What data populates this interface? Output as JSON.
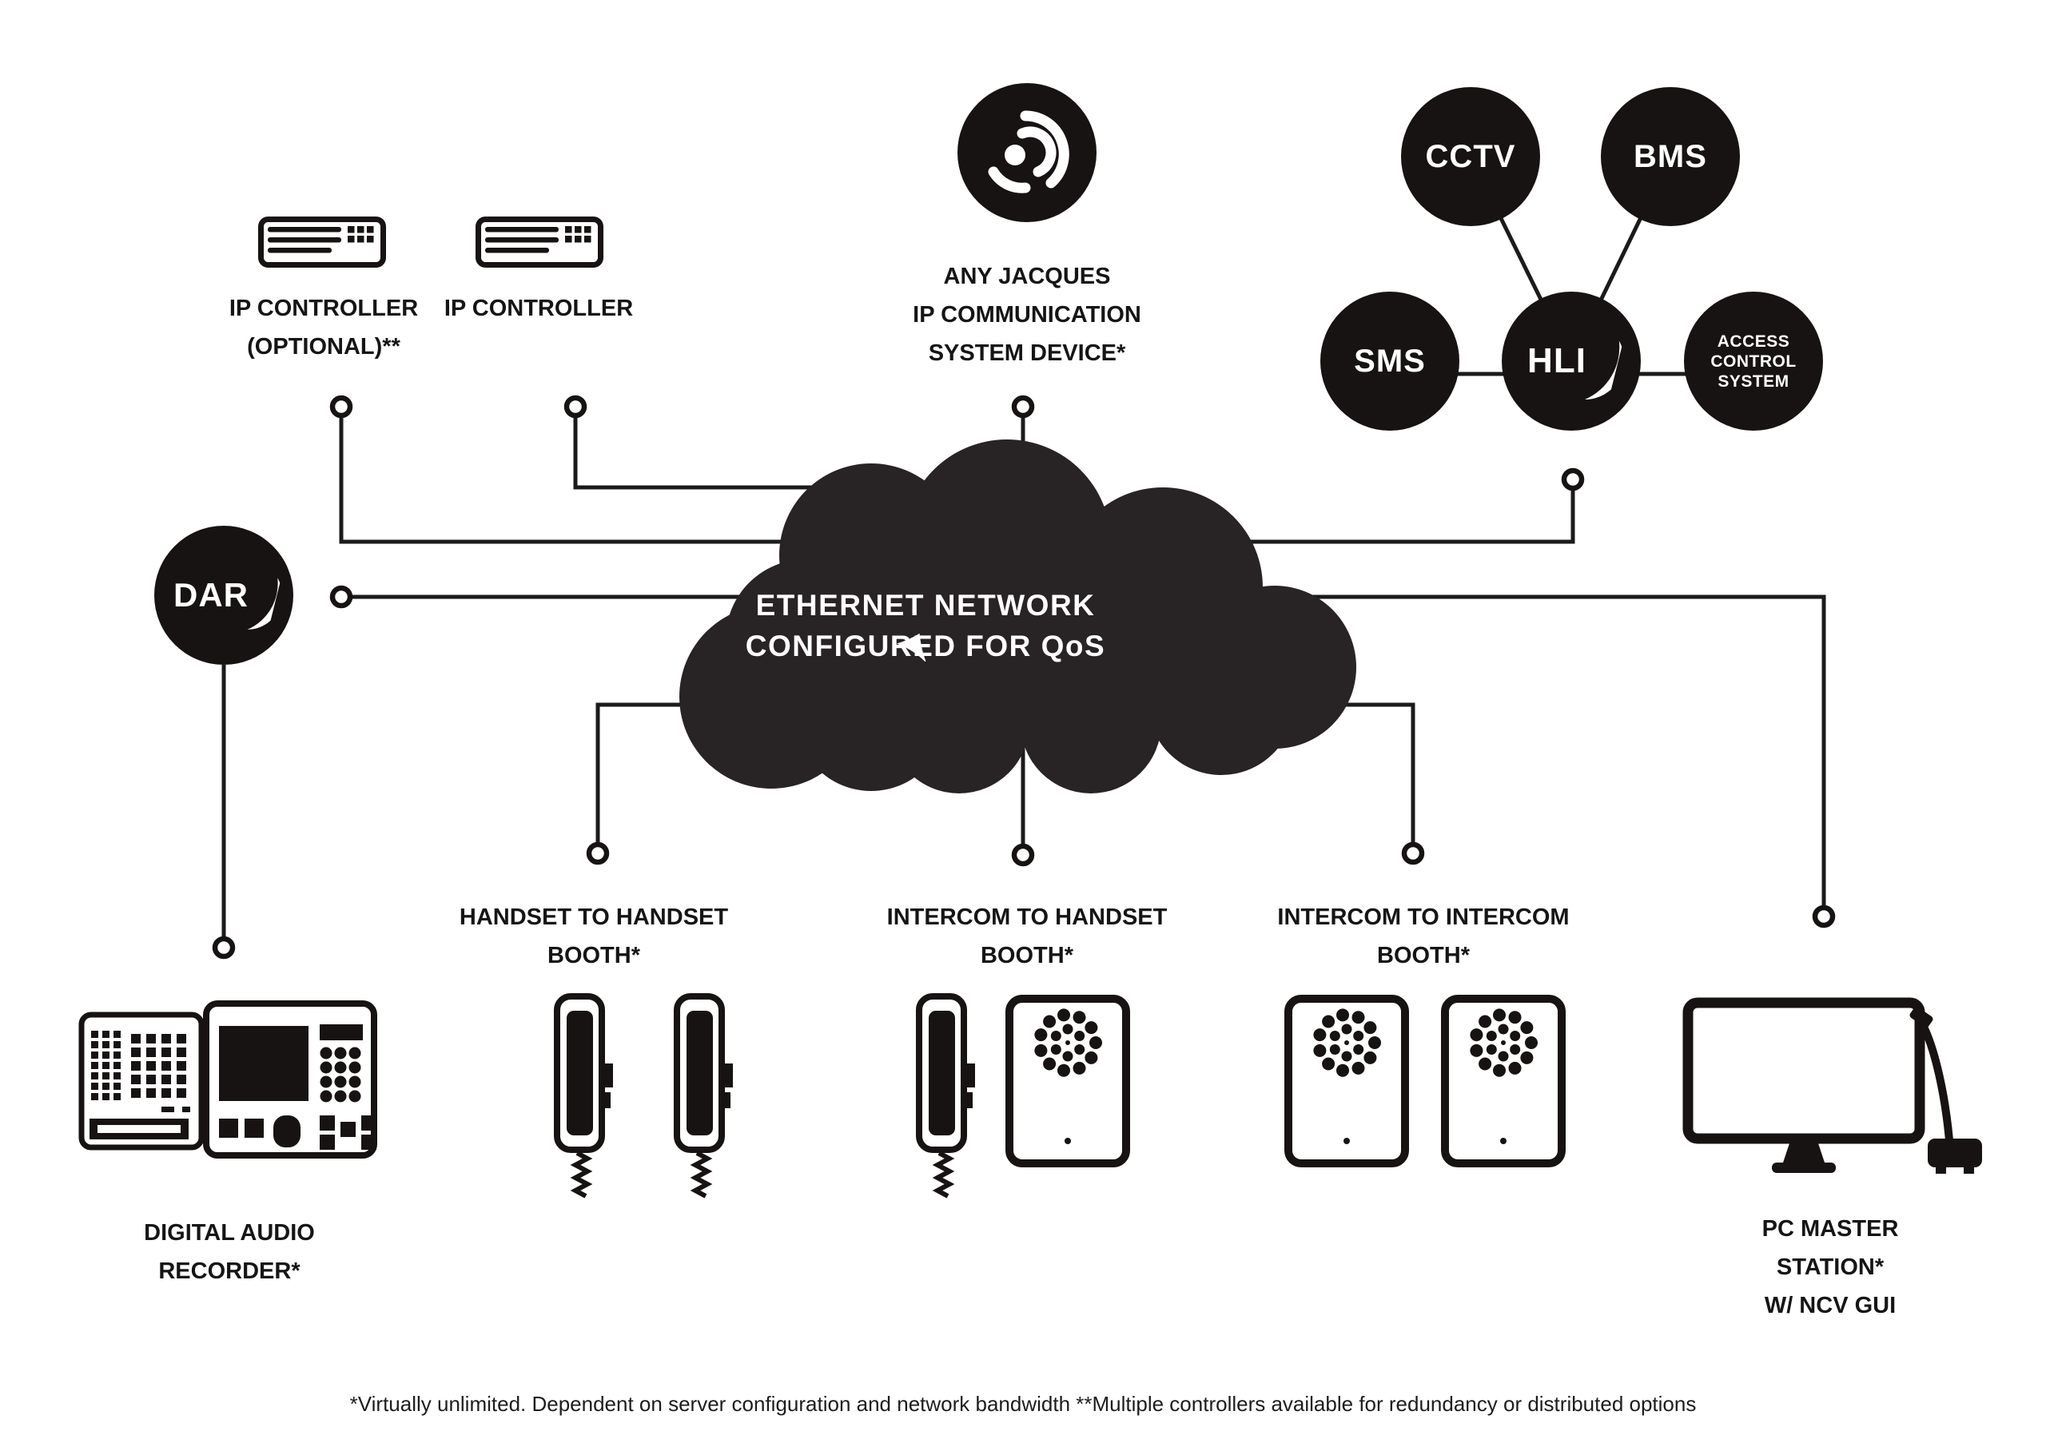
{
  "cloud": {
    "line1": "ETHERNET NETWORK",
    "line2": "CONFIGURED FOR QoS"
  },
  "nodes": {
    "ip_controller_optional": {
      "lines": [
        "IP CONTROLLER",
        "(OPTIONAL)**"
      ]
    },
    "ip_controller": {
      "label": "IP CONTROLLER"
    },
    "jacques_device": {
      "lines": [
        "ANY JACQUES",
        "IP COMMUNICATION",
        "SYSTEM DEVICE*"
      ]
    },
    "cctv": {
      "label": "CCTV"
    },
    "bms": {
      "label": "BMS"
    },
    "sms": {
      "label": "SMS"
    },
    "hli": {
      "label": "HLI"
    },
    "access_control": {
      "lines": [
        "ACCESS",
        "CONTROL",
        "SYSTEM"
      ]
    },
    "dar": {
      "label": "DAR"
    },
    "digital_audio_recorder": {
      "lines": [
        "DIGITAL AUDIO",
        "RECORDER*"
      ]
    },
    "handset_to_handset": {
      "lines": [
        "HANDSET TO HANDSET",
        "BOOTH*"
      ]
    },
    "intercom_to_handset": {
      "lines": [
        "INTERCOM TO HANDSET",
        "BOOTH*"
      ]
    },
    "intercom_to_intercom": {
      "lines": [
        "INTERCOM TO INTERCOM",
        "BOOTH*"
      ]
    },
    "pc_master_station": {
      "lines": [
        "PC MASTER",
        "STATION*",
        "W/ NCV GUI"
      ]
    }
  },
  "footnote": "*Virtually unlimited. Dependent on server configuration and network bandwidth **Multiple controllers available for redundancy or distributed options",
  "icons": {
    "jacques_logo": "spiral-sound-arcs",
    "hli_swoosh": "crescent-swoosh",
    "dar_swoosh": "crescent-swoosh",
    "rack": "ip-controller-rack",
    "handset": "wall-handset-with-cord",
    "intercom": "speaker-panel",
    "recorder": "digital-audio-recorder",
    "pc": "monitor-with-handset-box"
  },
  "colors": {
    "ink": "#161312",
    "cloud": "#282324",
    "background": "#ffffff"
  }
}
